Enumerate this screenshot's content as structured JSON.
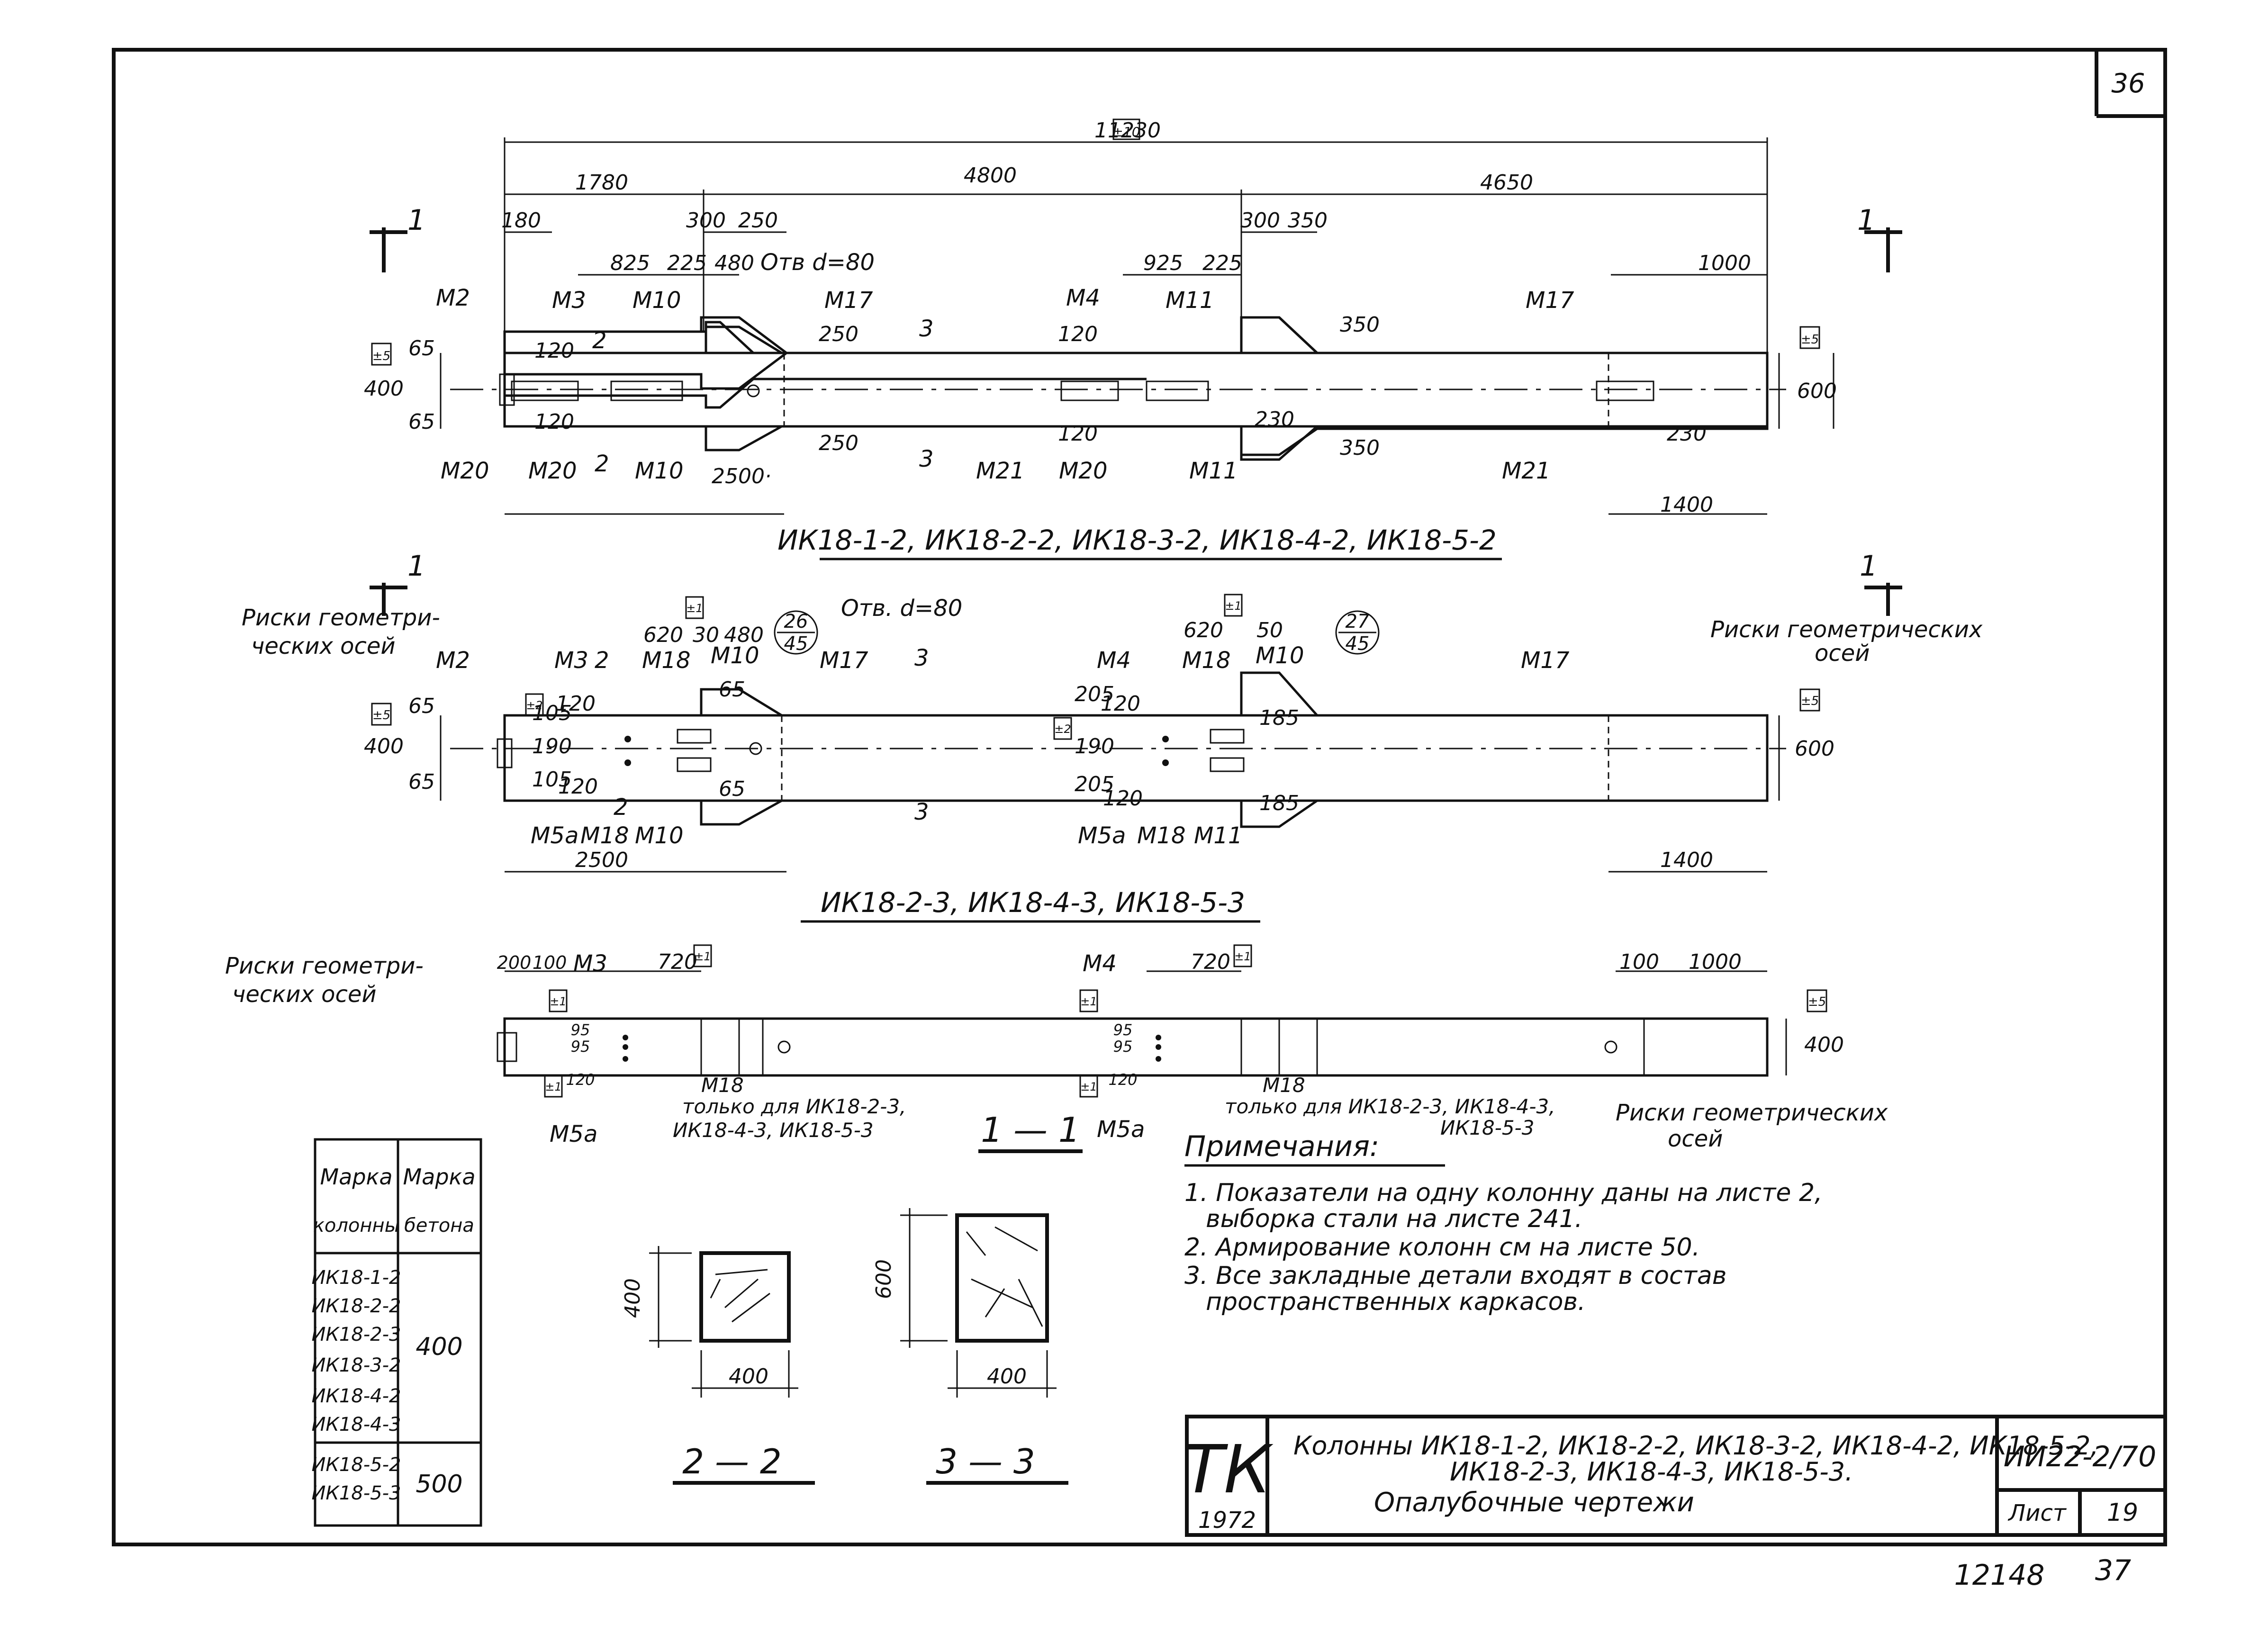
{
  "sheet": {
    "page_number": "36",
    "bottom_stamp_left": "12148",
    "bottom_stamp_right": "37"
  },
  "view1": {
    "title": "ИК18-1-2, ИК18-2-2, ИК18-3-2, ИК18-4-2, ИК18-5-2",
    "dims": {
      "total": "11230",
      "tol_total": "±10",
      "d1780": "1780",
      "d4800": "4800",
      "d4650": "4650",
      "d180": "180",
      "d300a": "300",
      "d250a": "250",
      "d825": "825",
      "d225a": "225",
      "d480": "480",
      "d925": "925",
      "d225b": "225",
      "d300b": "300",
      "d350a": "350",
      "d1000": "1000",
      "d65a": "65",
      "d400": "400",
      "d65b": "65",
      "d120a": "120",
      "d120b": "120",
      "d250b": "250",
      "d250c": "250",
      "d120c": "120",
      "d120d": "120",
      "d350b": "350",
      "d230a": "230",
      "d350c": "350",
      "d230b": "230",
      "d600": "600",
      "d2500": "2500·",
      "d1400": "1400",
      "tol_left": "±5",
      "tol_right": "±5"
    },
    "labels": {
      "hole": "Отв d=80",
      "m2": "М2",
      "m3": "М3",
      "m10a": "М10",
      "m17a": "М17",
      "m4": "М4",
      "m11a": "М11",
      "m17b": "М17",
      "m20a": "М20",
      "m20b": "М20",
      "m10b": "М10",
      "m21a": "М21",
      "m20c": "М20",
      "m11b": "М11",
      "m21b": "М21",
      "sec2a": "2",
      "sec2b": "2",
      "sec3a": "3",
      "sec3b": "3",
      "cut1l": "1",
      "cut1r": "1"
    }
  },
  "view2": {
    "title": "ИК18-2-3, ИК18-4-3, ИК18-5-3",
    "risk_left_1": "Риски геометри-",
    "risk_left_2": "ческих осей",
    "risk_right_1": "Риски геометрических",
    "risk_right_2": "осей",
    "hole": "Отв. d=80",
    "circle1_top": "26",
    "circle1_bot": "45",
    "circle2_top": "27",
    "circle2_bot": "45",
    "dims": {
      "d620a": "620",
      "d30": "30",
      "d480": "480",
      "d620b": "620",
      "d50": "50",
      "d65a": "65",
      "d400": "400",
      "d65b": "65",
      "d105a": "105",
      "d120a": "120",
      "d190a": "190",
      "d105b": "105",
      "d120b": "120",
      "d65c": "65",
      "d65d": "65",
      "d205a": "205",
      "d120c": "120",
      "d190b": "190",
      "d205b": "205",
      "d120d": "120",
      "d185a": "185",
      "d185b": "185",
      "d600": "600",
      "d2500": "2500",
      "d1400": "1400",
      "tol_a": "±2",
      "tol_b": "±1",
      "tol_c": "±2",
      "tol_d": "±1",
      "tol_l": "±5",
      "tol_r": "±5"
    },
    "labels": {
      "m2": "М2",
      "m3": "М3",
      "m18a": "М18",
      "m10a": "М10",
      "m17a": "М17",
      "m4": "М4",
      "m18b": "М18",
      "m10b": "М10",
      "m17b": "М17",
      "m5a_a": "М5а",
      "m18c": "М18",
      "m10c": "М10",
      "m5a_b": "М5а",
      "m18d": "М18",
      "m11": "М11",
      "sec2a": "2",
      "sec2b": "2",
      "sec3a": "3",
      "sec3b": "3",
      "cut1l": "1",
      "cut1r": "1"
    }
  },
  "view3": {
    "risk_left_1": "Риски геометри-",
    "risk_left_2": "ческих осей",
    "risk_right_1": "Риски геометрических",
    "risk_right_2": "осей",
    "note_left_1": "только для ИК18-2-3,",
    "note_left_2": "ИК18-4-3, ИК18-5-3",
    "note_right_1": "только для ИК18-2-3, ИК18-4-3,",
    "note_right_2": "ИК18-5-3",
    "section_label": "1 — 1",
    "dims": {
      "d200": "200",
      "d100a": "100",
      "d720a": "720",
      "d720b": "720",
      "d100b": "100",
      "d1000": "1000",
      "d95a": "95",
      "d95b": "95",
      "d120a": "120",
      "d95c": "95",
      "d95d": "95",
      "d120b": "120",
      "d400": "400",
      "tol_a": "±1",
      "tol_b": "±1",
      "tol_c": "±1",
      "tol_d": "±1",
      "tol_e": "±1",
      "tol_f": "±1",
      "tol_r": "±5"
    },
    "labels": {
      "m3": "М3",
      "m4": "М4",
      "m18a": "М18",
      "m18b": "М18",
      "m5a_a": "М5а",
      "m5a_b": "М5а"
    }
  },
  "notes": {
    "heading": "Примечания:",
    "items": [
      "1. Показатели на одну колонну даны на листе 2,",
      "выборка стали на листе 241.",
      "2. Армирование колонн см на листе 50.",
      "3. Все закладные детали входят в состав",
      "пространственных каркасов."
    ]
  },
  "table": {
    "h1a": "Марка",
    "h1b": "колонны",
    "h2a": "Марка",
    "h2b": "бетона",
    "group1": [
      "ИК18-1-2",
      "ИК18-2-2",
      "ИК18-2-3",
      "ИК18-3-2",
      "ИК18-4-2",
      "ИК18-4-3"
    ],
    "concrete1": "400",
    "group2": [
      "ИК18-5-2",
      "ИК18-5-3"
    ],
    "concrete2": "500"
  },
  "sections": {
    "s2": {
      "label": "2 — 2",
      "height": "400",
      "width": "400"
    },
    "s3": {
      "label": "3 — 3",
      "height": "600",
      "width": "400"
    }
  },
  "titleblock": {
    "logo": "ТК",
    "year": "1972",
    "line1": "Колонны ИК18-1-2, ИК18-2-2, ИК18-3-2, ИК18-4-2, ИК18-5-2,",
    "line2": "ИК18-2-3, ИК18-4-3, ИК18-5-3.",
    "line3": "Опалубочные чертежи",
    "code": "ИИ22-2/70",
    "sheet_label": "Лист",
    "sheet_no": "19"
  }
}
